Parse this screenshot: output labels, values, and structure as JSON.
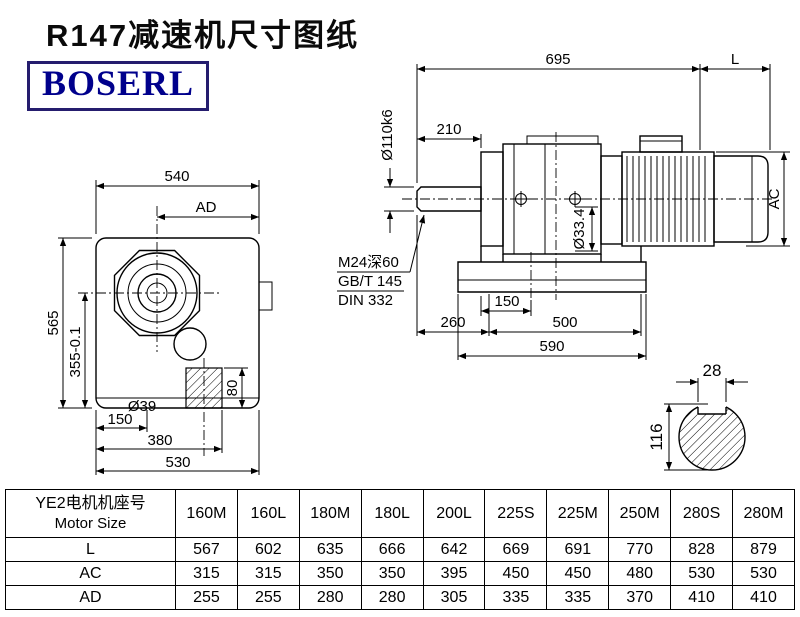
{
  "title": "R147减速机尺寸图纸",
  "logo": "BOSERL",
  "colors": {
    "logo_text": "#00008c",
    "logo_border": "#251d6e",
    "line": "#000000",
    "background": "#ffffff"
  },
  "front_view": {
    "w540": "540",
    "ad": "AD",
    "h565": "565",
    "h355": "355-0.1",
    "b150": "150",
    "dia39": "Ø39",
    "b380": "380",
    "b530": "530",
    "r80": "80"
  },
  "side_view": {
    "t695": "695",
    "tL": "L",
    "t210": "210",
    "dia110": "Ø110k6",
    "note1": "M24深60",
    "note2": "GB/T 145",
    "note3": "DIN 332",
    "d334": "Ø33.4",
    "b150": "150",
    "b260": "260",
    "b500": "500",
    "b590": "590",
    "ac": "AC"
  },
  "shaft_section": {
    "key28": "28",
    "dia116": "116"
  },
  "table": {
    "row_header_line1": "YE2电机机座号",
    "row_header_line2": "Motor Size",
    "columns": [
      "160M",
      "160L",
      "180M",
      "180L",
      "200L",
      "225S",
      "225M",
      "250M",
      "280S",
      "280M"
    ],
    "rows": [
      {
        "label": "L",
        "values": [
          "567",
          "602",
          "635",
          "666",
          "642",
          "669",
          "691",
          "770",
          "828",
          "879"
        ]
      },
      {
        "label": "AC",
        "values": [
          "315",
          "315",
          "350",
          "350",
          "395",
          "450",
          "450",
          "480",
          "530",
          "530"
        ]
      },
      {
        "label": "AD",
        "values": [
          "255",
          "255",
          "280",
          "280",
          "305",
          "335",
          "335",
          "370",
          "410",
          "410"
        ]
      }
    ]
  }
}
